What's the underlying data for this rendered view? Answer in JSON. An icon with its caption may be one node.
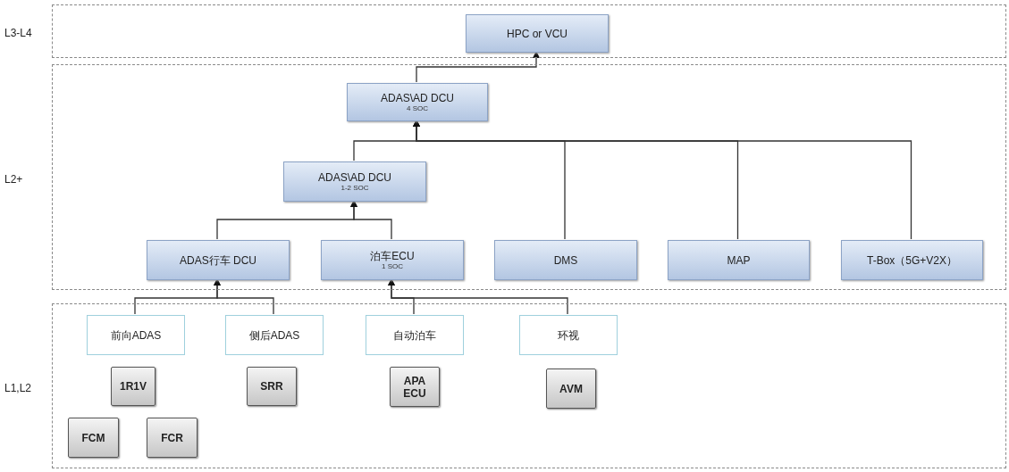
{
  "diagram": {
    "nodes": [
      {
        "text": [
          "L3-L4"
        ]
      },
      {
        "text": [
          "HPC or VCU"
        ],
        "in": 0
      },
      {
        "text": [
          "L2+"
        ]
      },
      {
        "text": [
          "ADAS\\AD DCU",
          "4 SOC"
        ],
        "in": 2
      },
      {
        "text": [
          "ADAS\\AD DCU",
          "1-2 SOC"
        ],
        "in": 2
      },
      {
        "text": [
          "ADAS行车 DCU"
        ],
        "in": 2
      },
      {
        "text": [
          "泊车ECU",
          "1 SOC"
        ],
        "in": 2
      },
      {
        "text": [
          "DMS"
        ],
        "in": 2
      },
      {
        "text": [
          "MAP"
        ],
        "in": 2
      },
      {
        "text": [
          "T-Box（5G+V2X）"
        ],
        "in": 2
      },
      {
        "text": [
          "L1,L2"
        ]
      },
      {
        "text": [
          "前向ADAS"
        ],
        "in": 10
      },
      {
        "text": [
          "侧后ADAS"
        ],
        "in": 10
      },
      {
        "text": [
          "自动泊车"
        ],
        "in": 10
      },
      {
        "text": [
          "环视"
        ],
        "in": 10
      },
      {
        "text": [
          "1R1V"
        ],
        "in": 10
      },
      {
        "text": [
          "SRR"
        ],
        "in": 10
      },
      {
        "text": [
          "APA ECU"
        ],
        "in": 10
      },
      {
        "text": [
          "AVM"
        ],
        "in": 10
      },
      {
        "text": [
          "FCM"
        ],
        "in": 10
      },
      {
        "text": [
          "FCR"
        ],
        "in": 10
      }
    ],
    "edges": [
      {
        "from": 3,
        "to": 1,
        "arrow": "to"
      },
      {
        "from": 4,
        "to": 3,
        "arrow": "to"
      },
      {
        "from": 7,
        "to": 3,
        "arrow": "to"
      },
      {
        "from": 8,
        "to": 3,
        "arrow": "to"
      },
      {
        "from": 9,
        "to": 3,
        "arrow": "to"
      },
      {
        "from": 5,
        "to": 4,
        "arrow": "to"
      },
      {
        "from": 6,
        "to": 4,
        "arrow": "to"
      },
      {
        "from": 11,
        "to": 5,
        "arrow": "to"
      },
      {
        "from": 12,
        "to": 5,
        "arrow": "to"
      },
      {
        "from": 13,
        "to": 6,
        "arrow": "to"
      },
      {
        "from": 14,
        "to": 6,
        "arrow": "to"
      }
    ]
  }
}
